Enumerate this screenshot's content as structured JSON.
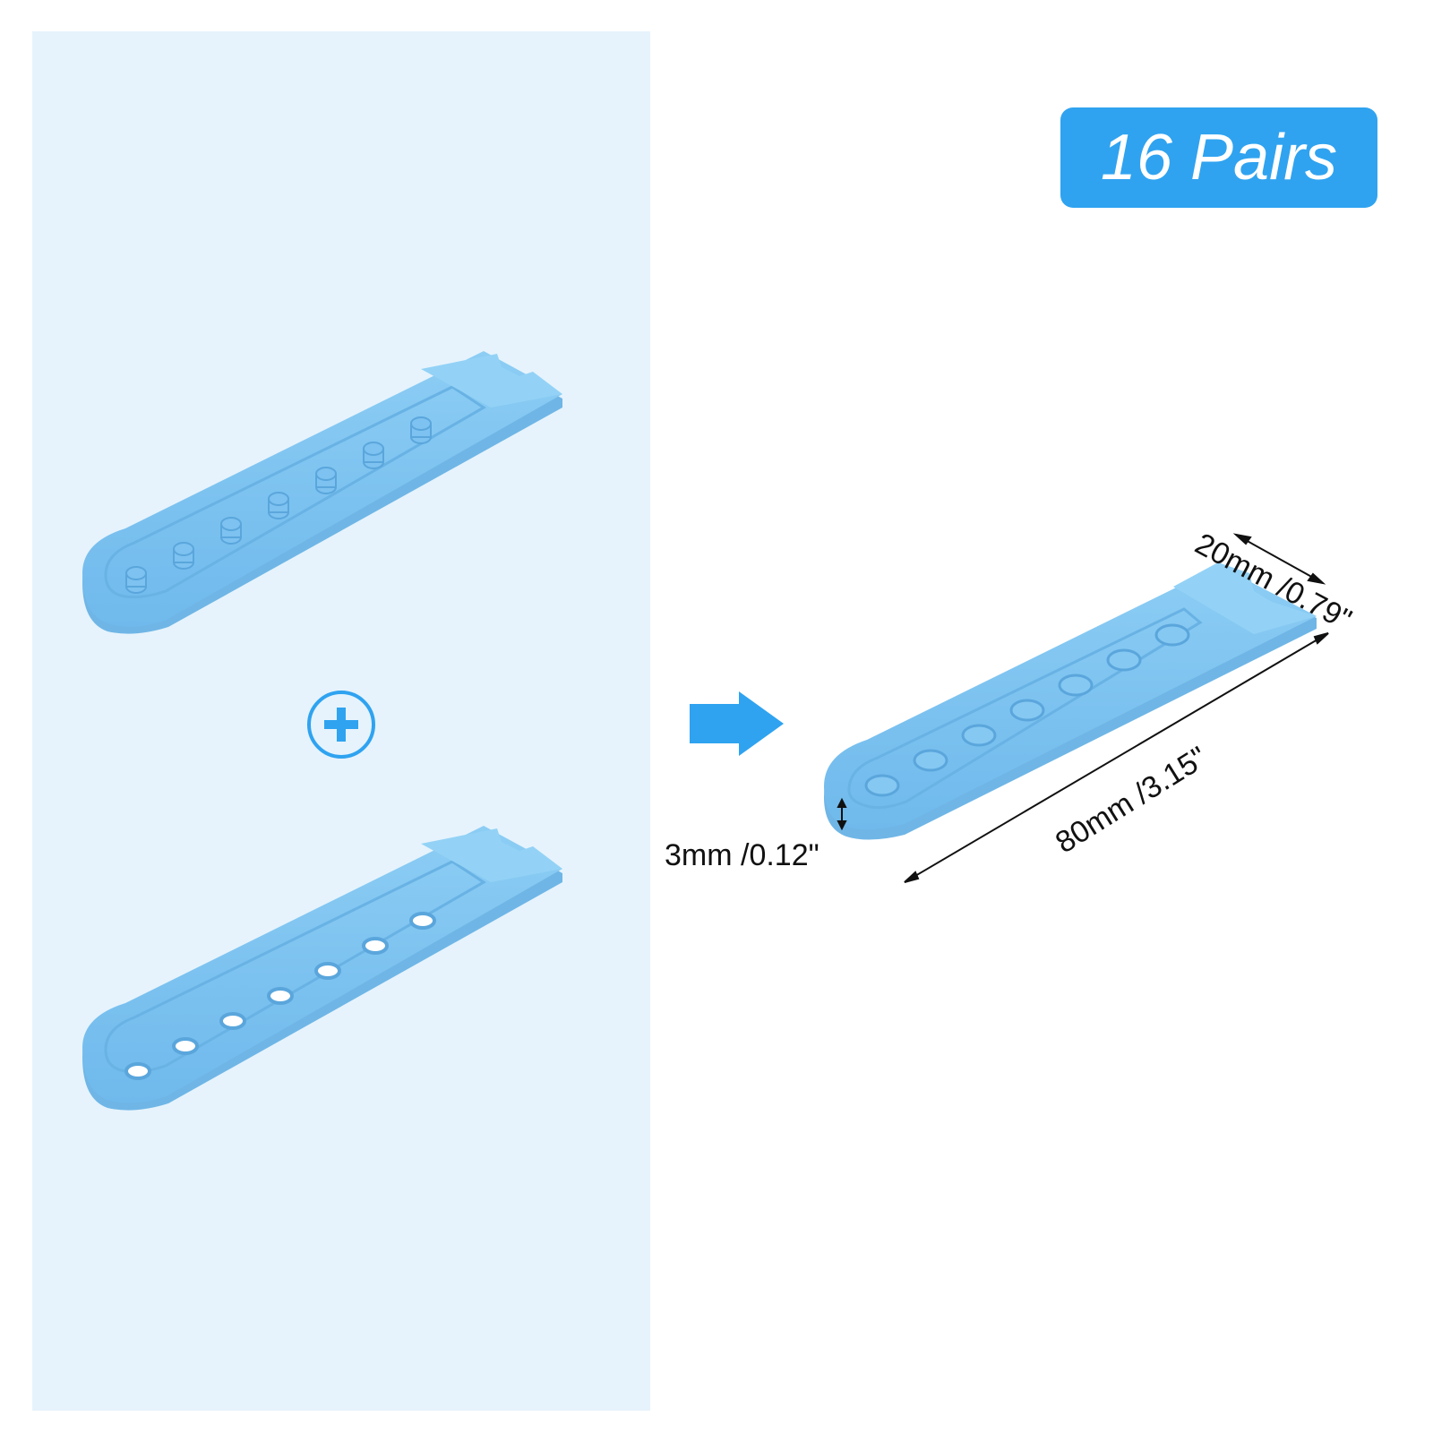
{
  "badge": {
    "text": "16 Pairs"
  },
  "dimensions": {
    "thickness": "3mm /0.12\"",
    "width": "20mm /0.79\"",
    "length": "80mm /3.15\""
  },
  "colors": {
    "panel_background": "#e6f3fc",
    "badge_background": "#2fa3f0",
    "strap_fill": "#7fc4f0",
    "accent": "#2fa3f0"
  },
  "icons": [
    "plus-circle-icon",
    "arrow-right-icon"
  ]
}
